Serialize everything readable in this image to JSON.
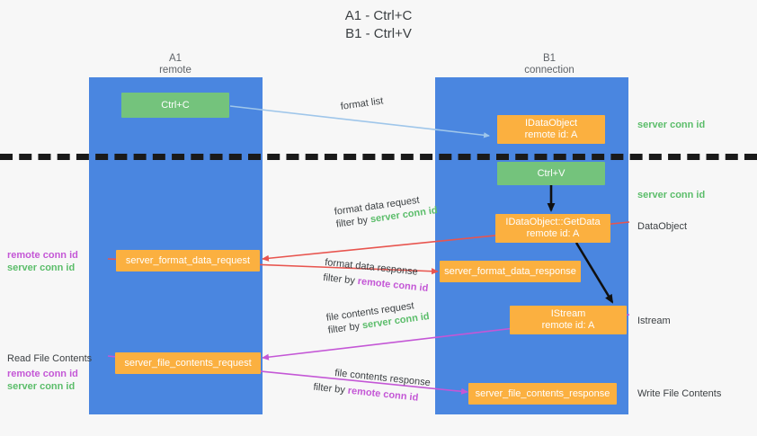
{
  "title": "A1 - Ctrl+C\nB1 - Ctrl+V",
  "lanes": [
    {
      "id": "a1",
      "title": "A1",
      "subtitle": "remote"
    },
    {
      "id": "b1",
      "title": "B1",
      "subtitle": "connection"
    }
  ],
  "nodes": [
    {
      "id": "ctrl-c",
      "kind": "green",
      "line1": "Ctrl+C",
      "line2": ""
    },
    {
      "id": "ctrl-v",
      "kind": "green",
      "line1": "Ctrl+V",
      "line2": ""
    },
    {
      "id": "idataobject-remote",
      "kind": "orange",
      "line1": "IDataObject",
      "line2": "remote id: A"
    },
    {
      "id": "getdata",
      "kind": "orange",
      "line1": "IDataObject::GetData",
      "line2": "remote id: A"
    },
    {
      "id": "istream",
      "kind": "orange",
      "line1": "IStream",
      "line2": "remote id: A"
    },
    {
      "id": "sfdreq",
      "kind": "orange",
      "line1": "server_format_data_request",
      "line2": ""
    },
    {
      "id": "sfdres",
      "kind": "orange",
      "line1": "server_format_data_response",
      "line2": ""
    },
    {
      "id": "sfcreq",
      "kind": "orange",
      "line1": "server_file_contents_request",
      "line2": ""
    },
    {
      "id": "sfcres",
      "kind": "orange",
      "line1": "server_file_contents_response",
      "line2": ""
    }
  ],
  "edge_labels": {
    "format_list": "format list",
    "fmt_req_l1": "format data request",
    "fmt_req_filter_prefix": "filter by ",
    "fmt_req_filter_token": "server conn id",
    "fmt_res_l1": "format data response",
    "fmt_res_filter_prefix": "filter by ",
    "fmt_res_filter_token": "remote conn id",
    "file_req_l1": "file contents request",
    "file_req_filter_prefix": "filter by ",
    "file_req_filter_token": "server conn id",
    "file_res_l1": "file contents response",
    "file_res_filter_prefix": "filter by ",
    "file_res_filter_token": "remote conn id"
  },
  "side_notes": {
    "left_mid_remote": "remote conn id",
    "left_mid_server": "server conn id",
    "left_read_title": "Read File Contents",
    "left_read_remote": "remote conn id",
    "left_read_server": "server conn id",
    "right_server_top": "server conn id",
    "right_server_second": "server conn id",
    "right_dataobject": "DataObject",
    "right_istream": "Istream",
    "right_write": "Write File Contents"
  },
  "colors": {
    "lane": "#4a86e0",
    "green_node": "#74c37c",
    "orange_node": "#fbb040",
    "arrow_blue": "#9fc6ea",
    "arrow_red": "#e8554f",
    "arrow_purple": "#c457d6",
    "arrow_dark": "#101010",
    "token_green": "#5bbd6a",
    "token_purple": "#c457d6",
    "background": "#f7f7f7"
  }
}
